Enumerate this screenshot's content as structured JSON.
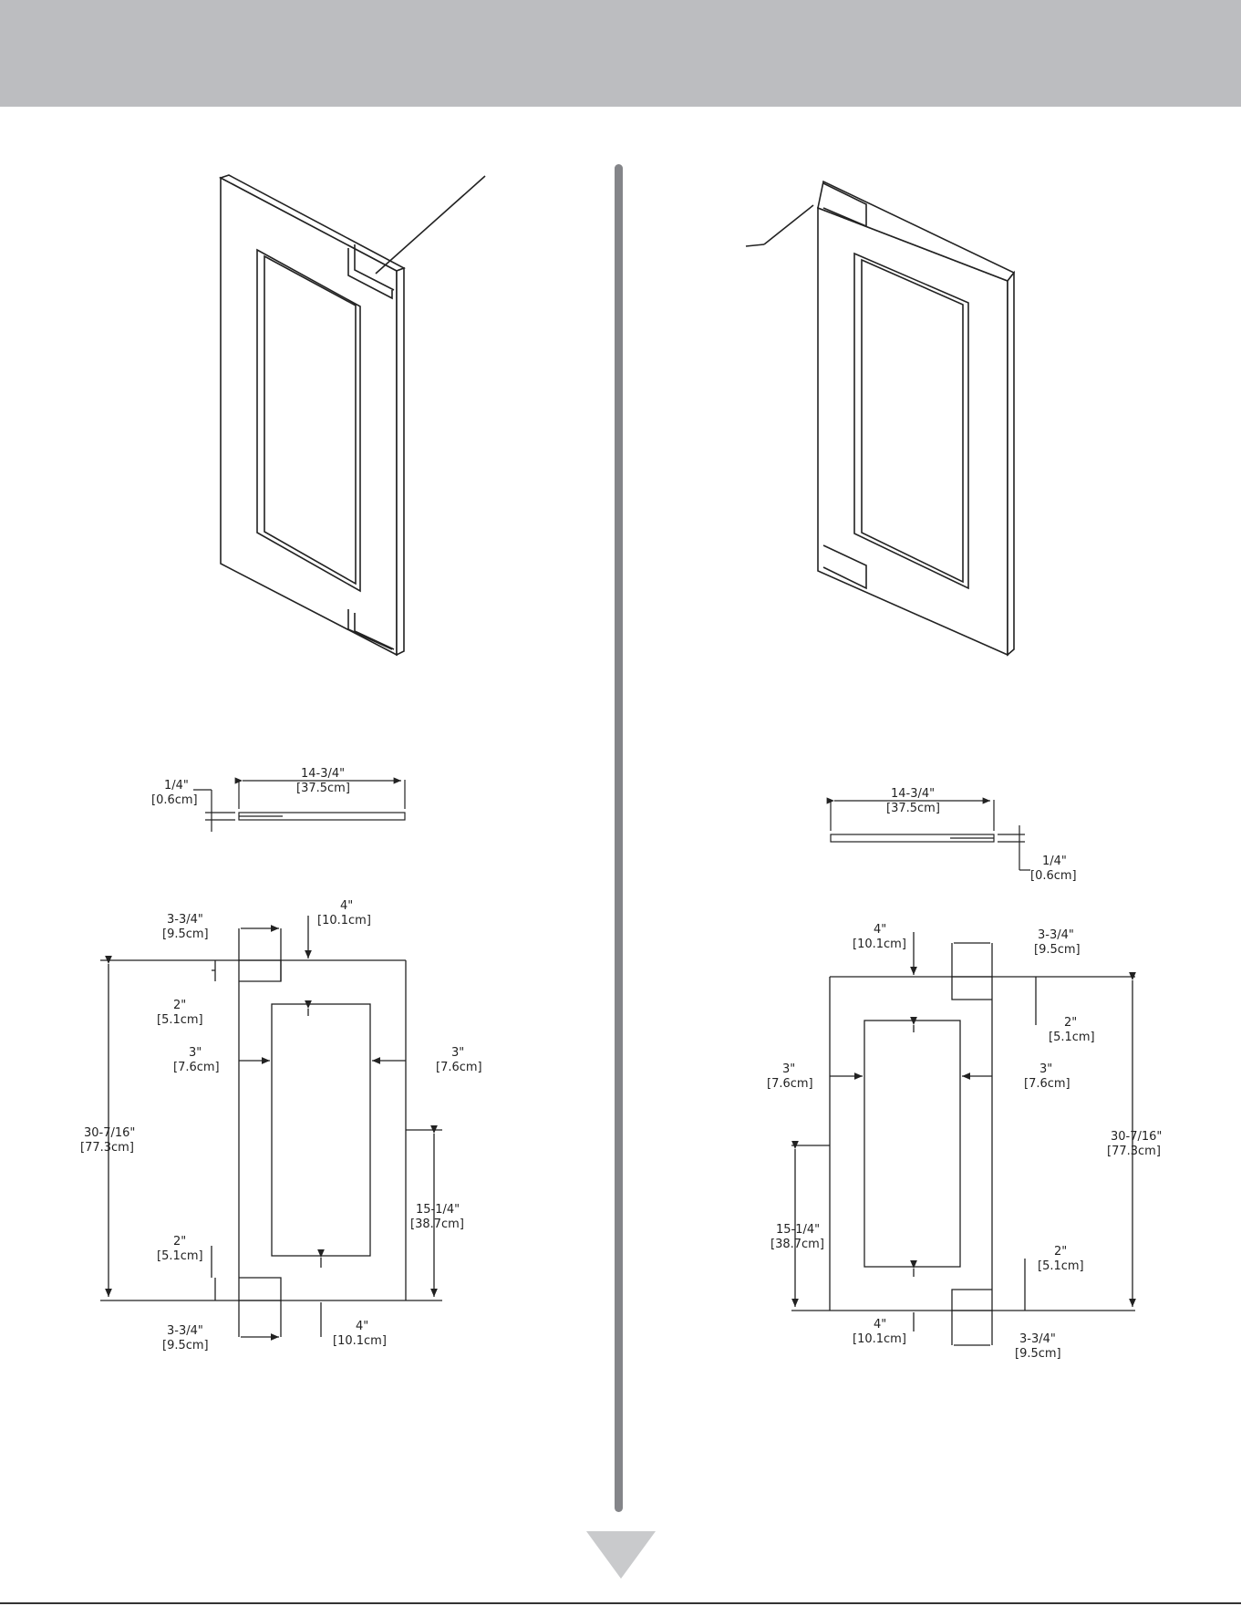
{
  "left": {
    "side_width": "14-3/4\"",
    "side_width_cm": "[37.5cm]",
    "thickness": "1/4\"",
    "thickness_cm": "[0.6cm]",
    "notch_width": "3-3/4\"",
    "notch_width_cm": "[9.5cm]",
    "top_rail": "4\"",
    "top_rail_cm": "[10.1cm]",
    "notch_depth_top": "2\"",
    "notch_depth_top_cm": "[5.1cm]",
    "stile_left": "3\"",
    "stile_left_cm": "[7.6cm]",
    "stile_right": "3\"",
    "stile_right_cm": "[7.6cm]",
    "height": "30-7/16\"",
    "height_cm": "[77.3cm]",
    "half_height": "15-1/4\"",
    "half_height_cm": "[38.7cm]",
    "notch_depth_bottom": "2\"",
    "notch_depth_bottom_cm": "[5.1cm]",
    "notch_width_bottom": "3-3/4\"",
    "notch_width_bottom_cm": "[9.5cm]",
    "bottom_rail": "4\"",
    "bottom_rail_cm": "[10.1cm]"
  },
  "right": {
    "side_width": "14-3/4\"",
    "side_width_cm": "[37.5cm]",
    "thickness": "1/4\"",
    "thickness_cm": "[0.6cm]",
    "top_rail": "4\"",
    "top_rail_cm": "[10.1cm]",
    "notch_width": "3-3/4\"",
    "notch_width_cm": "[9.5cm]",
    "notch_depth_top": "2\"",
    "notch_depth_top_cm": "[5.1cm]",
    "stile_left": "3\"",
    "stile_left_cm": "[7.6cm]",
    "stile_right": "3\"",
    "stile_right_cm": "[7.6cm]",
    "height": "30-7/16\"",
    "height_cm": "[77.3cm]",
    "half_height": "15-1/4\"",
    "half_height_cm": "[38.7cm]",
    "notch_depth_bottom": "2\"",
    "notch_depth_bottom_cm": "[5.1cm]",
    "bottom_rail": "4\"",
    "bottom_rail_cm": "[10.1cm]",
    "notch_width_bottom": "3-3/4\"",
    "notch_width_bottom_cm": "[9.5cm]"
  },
  "colors": {
    "header": "#bcbdc0",
    "divider": "#848589",
    "arrow": "#c9cacc",
    "line": "#222222"
  }
}
